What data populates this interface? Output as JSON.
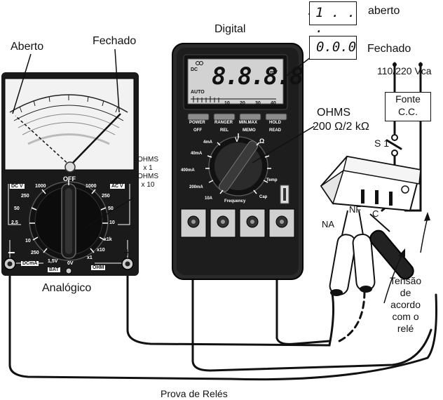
{
  "caption": "Prova de Relés",
  "analog": {
    "title": "Analógico",
    "scale_open": "Aberto",
    "scale_closed": "Fechado",
    "off": "OFF",
    "dcv": "DC V",
    "acv": "AC V",
    "dcma": "DCmA",
    "ohm": "OHM",
    "bat": "BAT",
    "left_ticks": [
      "1000",
      "250",
      "50",
      "2,5",
      "10",
      "250",
      "1,5V",
      "0V"
    ],
    "right_ticks": [
      "1000",
      "250",
      "50",
      "10",
      "x1k",
      "x10",
      "x1"
    ],
    "ohms_note": [
      "OHMS",
      "x 1",
      "OHMS",
      "x 10"
    ],
    "minus": "−",
    "plus": "+"
  },
  "digital": {
    "title": "Digital",
    "display_dc": "DC",
    "display_mv": "mV",
    "display_auto": "AUTO",
    "display_digits": "8.8.8.8",
    "bar_scale": [
      "10",
      "20",
      "30",
      "40"
    ],
    "buttons_top": [
      "POWER",
      "RANGER",
      "MIN.MAX",
      "HOLD"
    ],
    "buttons_bottom": [
      "OFF",
      "REL",
      "MEMO",
      "READ"
    ],
    "dial_left": [
      "4mA",
      "40mA",
      "400mA",
      "200mA",
      "10A"
    ],
    "dial_right": [
      "Temp",
      "Cap"
    ],
    "dial_bottom": "Frequency",
    "dial_sym_v": "V",
    "dial_sym_ohm": "Ω",
    "ohms_label": "OHMS",
    "ohms_range": "200 Ω/2 kΩ"
  },
  "callouts": {
    "open_reading": "1 . . .",
    "open_label": "aberto",
    "closed_reading": "0.0.0",
    "closed_label": "Fechado"
  },
  "relay_circuit": {
    "supply": "110/220 Vca",
    "source": [
      "Fonte",
      "C.C."
    ],
    "switch": "S 1",
    "na": "NA",
    "nf": "NF",
    "c": "C",
    "voltage_note": [
      "Tensão",
      "de",
      "acordo",
      "com o",
      "relé"
    ]
  }
}
